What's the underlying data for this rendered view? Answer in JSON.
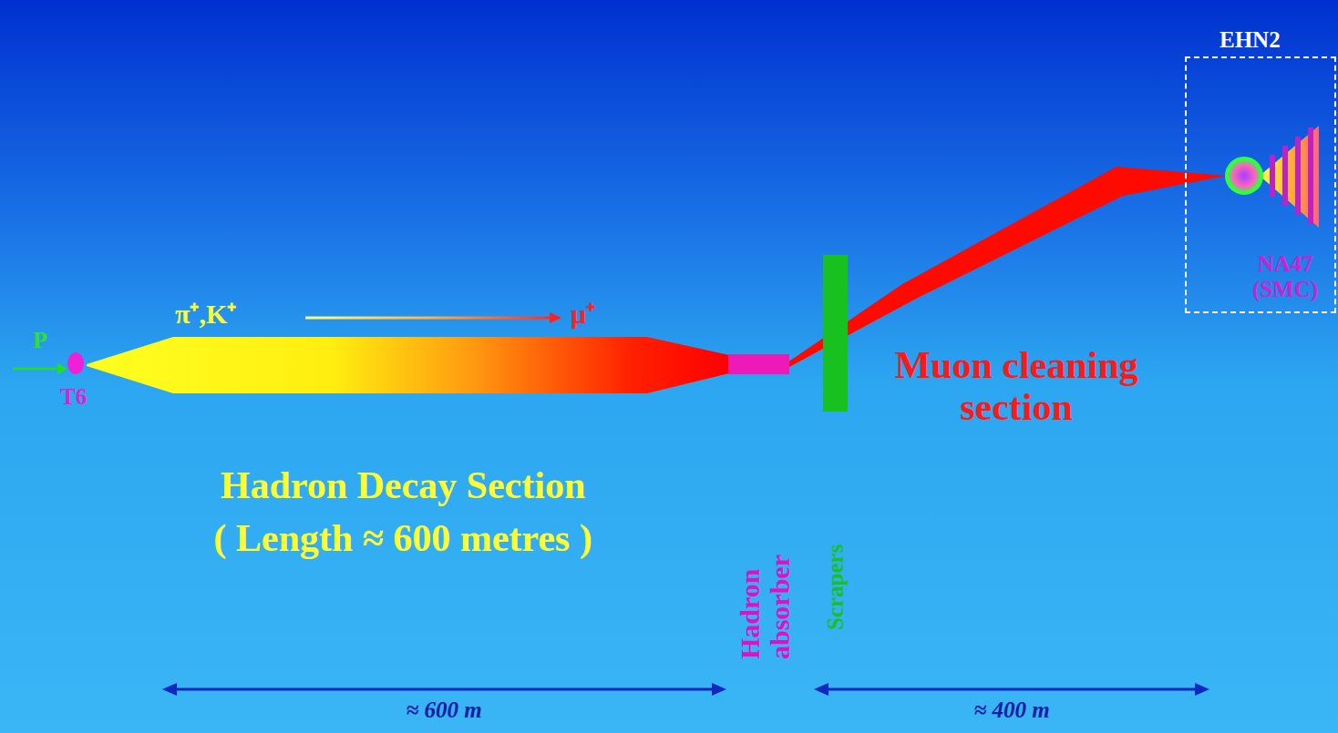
{
  "diagram": {
    "nodes": [
      {
        "text": [
          "T6"
        ]
      },
      {
        "text": [
          "EHN2"
        ]
      },
      {
        "text": [
          "NA47 (SMC)"
        ],
        "in": 1
      }
    ],
    "labels": [
      "P",
      "π⁺,K⁺",
      "μ⁺",
      "Hadron Decay Section",
      "( Length ≈ 600 metres )",
      "Muon cleaning section",
      "Hadron absorber",
      "Scrapers",
      "≈ 600 m",
      "≈ 400 m"
    ]
  }
}
